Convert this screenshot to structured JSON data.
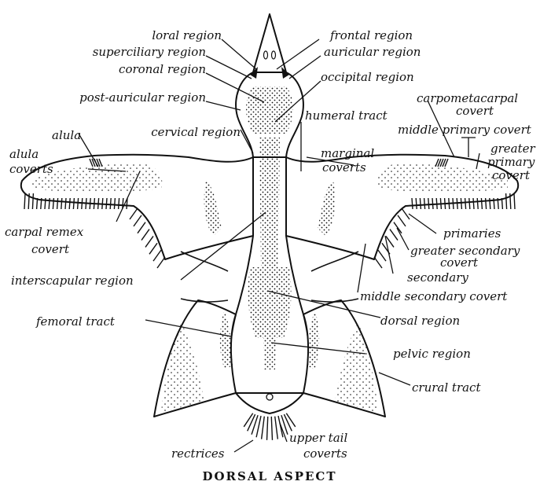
{
  "caption": "DORSAL ASPECT",
  "labels": {
    "loral": "loral region",
    "frontal": "frontal region",
    "superciliary": "superciliary region",
    "auricular": "auricular region",
    "coronal": "coronal region",
    "occipital": "occipital region",
    "post_auricular": "post-auricular region",
    "carpometacarpal_1": "carpometacarpal",
    "carpometacarpal_2": "covert",
    "humeral": "humeral tract",
    "cervical": "cervical region",
    "alula": "alula",
    "alula_coverts_1": "alula",
    "alula_coverts_2": "coverts",
    "middle_primary": "middle primary covert",
    "greater_primary_1": "greater",
    "greater_primary_2": "primary",
    "greater_primary_3": "covert",
    "marginal_1": "marginal",
    "marginal_2": "coverts",
    "carpal_remex_1": "carpal remex",
    "carpal_remex_2": "covert",
    "primaries": "primaries",
    "greater_secondary_1": "greater secondary",
    "greater_secondary_2": "covert",
    "secondary": "secondary",
    "interscapular": "interscapular region",
    "middle_secondary": "middle secondary covert",
    "femoral": "femoral tract",
    "dorsal": "dorsal region",
    "pelvic": "pelvic region",
    "crural": "crural tract",
    "upper_tail_1": "upper tail",
    "upper_tail_2": "coverts",
    "rectrices": "rectrices"
  }
}
